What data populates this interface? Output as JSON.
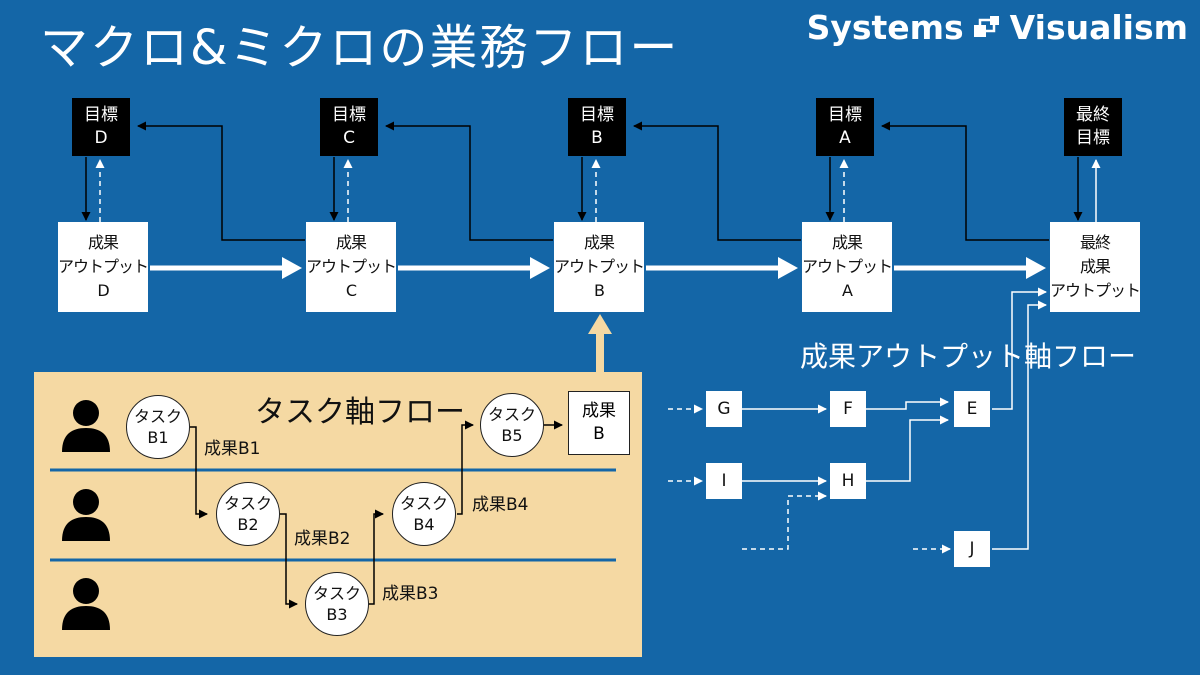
{
  "title": "マクロ&ミクロの業務フロー",
  "brand": {
    "left": "Systems",
    "right": "Visualism"
  },
  "goals": [
    {
      "id": "D",
      "line1": "目標",
      "line2": "D"
    },
    {
      "id": "C",
      "line1": "目標",
      "line2": "C"
    },
    {
      "id": "B",
      "line1": "目標",
      "line2": "B"
    },
    {
      "id": "A",
      "line1": "目標",
      "line2": "A"
    },
    {
      "id": "final",
      "line1": "最終",
      "line2": "目標"
    }
  ],
  "outputs": [
    {
      "id": "D",
      "line1": "成果",
      "line2": "アウトプット",
      "line3": "D"
    },
    {
      "id": "C",
      "line1": "成果",
      "line2": "アウトプット",
      "line3": "C"
    },
    {
      "id": "B",
      "line1": "成果",
      "line2": "アウトプット",
      "line3": "B"
    },
    {
      "id": "A",
      "line1": "成果",
      "line2": "アウトプット",
      "line3": "A"
    },
    {
      "id": "final",
      "line1": "最終",
      "line2": "成果",
      "line3": "アウトプット"
    }
  ],
  "output_axis_label": "成果アウトプット軸フロー",
  "task_axis_label": "タスク軸フロー",
  "tasks": [
    {
      "id": "B1",
      "line1": "タスク",
      "line2": "B1"
    },
    {
      "id": "B2",
      "line1": "タスク",
      "line2": "B2"
    },
    {
      "id": "B3",
      "line1": "タスク",
      "line2": "B3"
    },
    {
      "id": "B4",
      "line1": "タスク",
      "line2": "B4"
    },
    {
      "id": "B5",
      "line1": "タスク",
      "line2": "B5"
    }
  ],
  "task_results": [
    "成果B1",
    "成果B2",
    "成果B3",
    "成果B4"
  ],
  "result_box": {
    "line1": "成果",
    "line2": "B"
  },
  "sub_nodes": [
    "G",
    "F",
    "E",
    "I",
    "H",
    "J"
  ],
  "colors": {
    "background": "#1466a7",
    "task_area": "#f5d9a3",
    "arrow_up": "#f5d9a3",
    "goal": "#000000"
  }
}
